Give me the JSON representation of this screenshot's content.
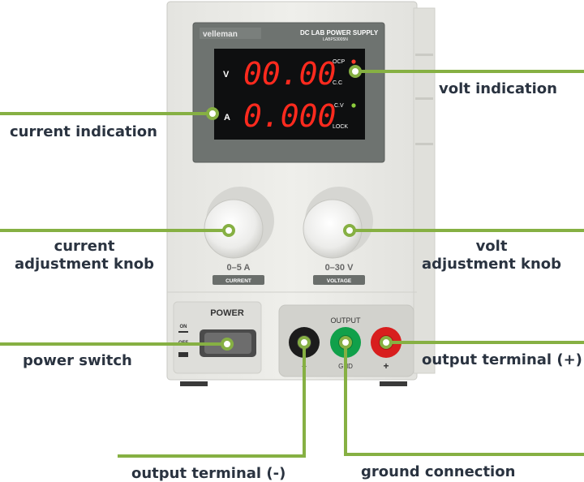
{
  "device": {
    "brand": "velleman",
    "title": "DC LAB POWER SUPPLY",
    "model": "LABPS3005N",
    "display": {
      "voltage_unit": "V",
      "current_unit": "A",
      "voltage_reading": "00.00",
      "current_reading": "0.000",
      "ocp": "OCP",
      "cc": "C.C",
      "cv": "C.V",
      "lock": "LOCK"
    },
    "knobs": {
      "current_range": "0–5 A",
      "current_tag": "CURRENT",
      "voltage_range": "0–30 V",
      "voltage_tag": "VOLTAGE"
    },
    "power": {
      "label": "POWER",
      "on": "ON",
      "off": "OFF"
    },
    "output": {
      "label": "OUTPUT",
      "minus": "–",
      "gnd": "GND",
      "plus": "+"
    }
  },
  "callouts": {
    "volt_indication": "volt indication",
    "current_indication": "current indication",
    "current_knob_line1": "current",
    "current_knob_line2": "adjustment knob",
    "volt_knob_line1": "volt",
    "volt_knob_line2": "adjustment knob",
    "power_switch": "power switch",
    "output_plus": "output terminal (+)",
    "output_minus": "output terminal (-)",
    "ground": "ground connection"
  },
  "colors": {
    "leader": "#86b043",
    "callout_text": "#2a3340",
    "lcd_digits": "#ff2a1e",
    "terminal_black": "#1c1c1c",
    "terminal_green": "#10a04a",
    "terminal_red": "#d81e1e"
  }
}
